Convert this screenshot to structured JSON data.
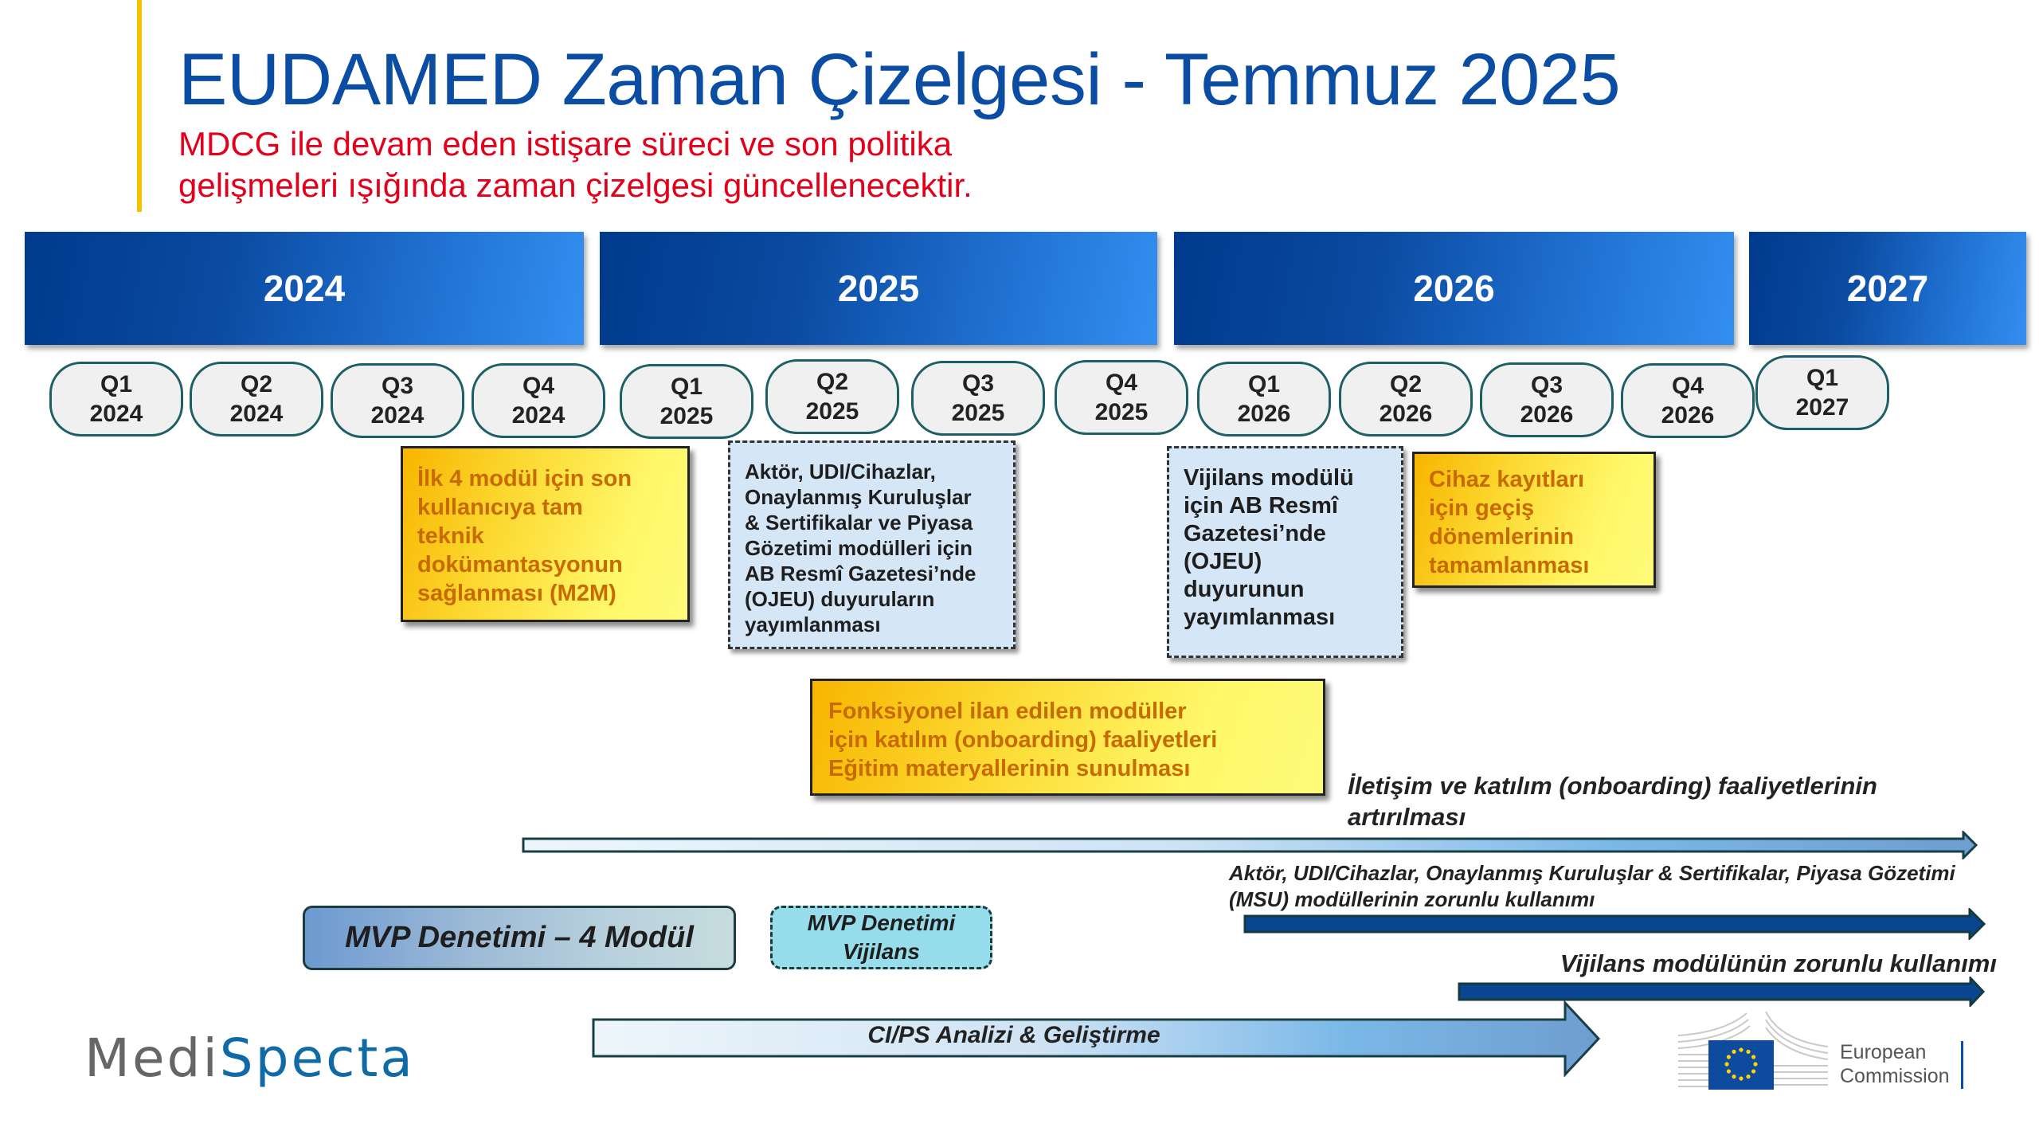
{
  "header": {
    "title": "EUDAMED Zaman Çizelgesi - Temmuz 2025",
    "subtitle": "MDCG ile devam eden istişare süreci ve son politika\ngelişmeleri ışığında zaman çizelgesi güncellenecektir.",
    "accent_color": "#f5c200",
    "title_color": "#0a4da2",
    "subtitle_color": "#e3001b"
  },
  "timeline": {
    "years": [
      "2024",
      "2025",
      "2026",
      "2027"
    ],
    "quarters": [
      {
        "q": "Q1",
        "year": "2024"
      },
      {
        "q": "Q2",
        "year": "2024"
      },
      {
        "q": "Q3",
        "year": "2024"
      },
      {
        "q": "Q4",
        "year": "2024"
      },
      {
        "q": "Q1",
        "year": "2025"
      },
      {
        "q": "Q2",
        "year": "2025"
      },
      {
        "q": "Q3",
        "year": "2025"
      },
      {
        "q": "Q4",
        "year": "2025"
      },
      {
        "q": "Q1",
        "year": "2026"
      },
      {
        "q": "Q2",
        "year": "2026"
      },
      {
        "q": "Q3",
        "year": "2026"
      },
      {
        "q": "Q4",
        "year": "2026"
      },
      {
        "q": "Q1",
        "year": "2027"
      }
    ]
  },
  "milestones": {
    "m2m_docs": "İlk 4 modül için son\nkullanıcıya tam\nteknik\ndokümantasyonun\nsağlanması (M2M)",
    "ojeu_modules": "Aktör, UDI/Cihazlar,\nOnaylanmış Kuruluşlar\n& Sertifikalar ve Piyasa\nGözetimi modülleri için\nAB Resmî Gazetesi’nde\n(OJEU) duyuruların\nyayımlanması",
    "ojeu_vigilance": "Vijilans modülü\niçin AB Resmî\nGazetesi’nde\n(OJEU)\nduyurunun\nyayımlanması",
    "transition": "Cihaz kayıtları\niçin geçiş\ndönemlerinin\ntamamlanması",
    "onboarding": "Fonksiyonel ilan edilen modüller\niçin katılım (onboarding) faaliyetleri\nEğitim materyallerinin sunulması"
  },
  "arrows": {
    "communication_label": "İletişim ve katılım (onboarding) faaliyetlerinin\nartırılması",
    "mandatory_msu_label": "Aktör, UDI/Cihazlar, Onaylanmış Kuruluşlar & Sertifikalar, Piyasa Gözetimi\n(MSU) modüllerinin zorunlu kullanımı",
    "mandatory_vigilance_label": "Vijilans modülünün zorunlu kullanımı",
    "cips_label": "CI/PS Analizi & Geliştirme"
  },
  "audits": {
    "mvp_4": "MVP Denetimi – 4 Modül",
    "mvp_vigilance": "MVP Denetimi\nVijilans"
  },
  "logos": {
    "medispecta_part1": "Medi",
    "medispecta_part2": "Specta",
    "eu_commission": "European\nCommission"
  }
}
